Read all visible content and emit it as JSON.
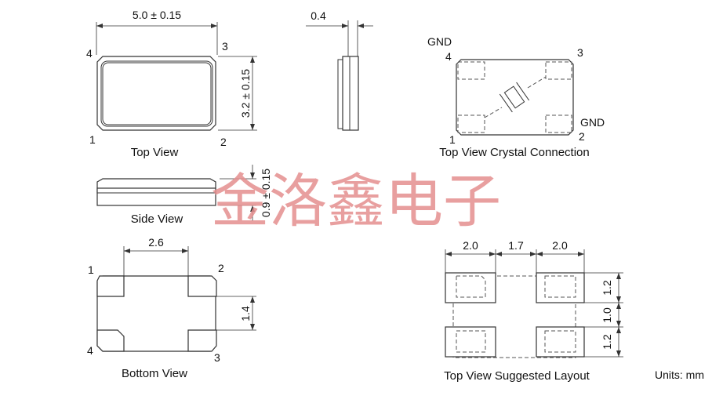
{
  "title_top_view": "Top View",
  "title_side_view": "Side View",
  "title_bottom_view": "Bottom View",
  "title_crystal_connection": "Top View Crystal Connection",
  "title_suggested_layout": "Top View Suggested Layout",
  "units": "Units: mm",
  "watermark": "金洛鑫电子",
  "dimensions": {
    "length": "5.0 ± 0.15",
    "width": "3.2 ± 0.15",
    "pad_edge": "0.4",
    "height": "0.9 ± 0.15",
    "pad_spacing": "2.6",
    "pad_height": "1.4",
    "layout_pad_w1": "2.0",
    "layout_gap": "1.7",
    "layout_pad_w2": "2.0",
    "layout_pad_h1": "1.2",
    "layout_gap_v": "1.0",
    "layout_pad_h2": "1.2"
  },
  "pins": {
    "p1": "1",
    "p2": "2",
    "p3": "3",
    "p4": "4",
    "gnd": "GND"
  },
  "colors": {
    "watermark": "#e58f8f",
    "line": "#333333"
  }
}
